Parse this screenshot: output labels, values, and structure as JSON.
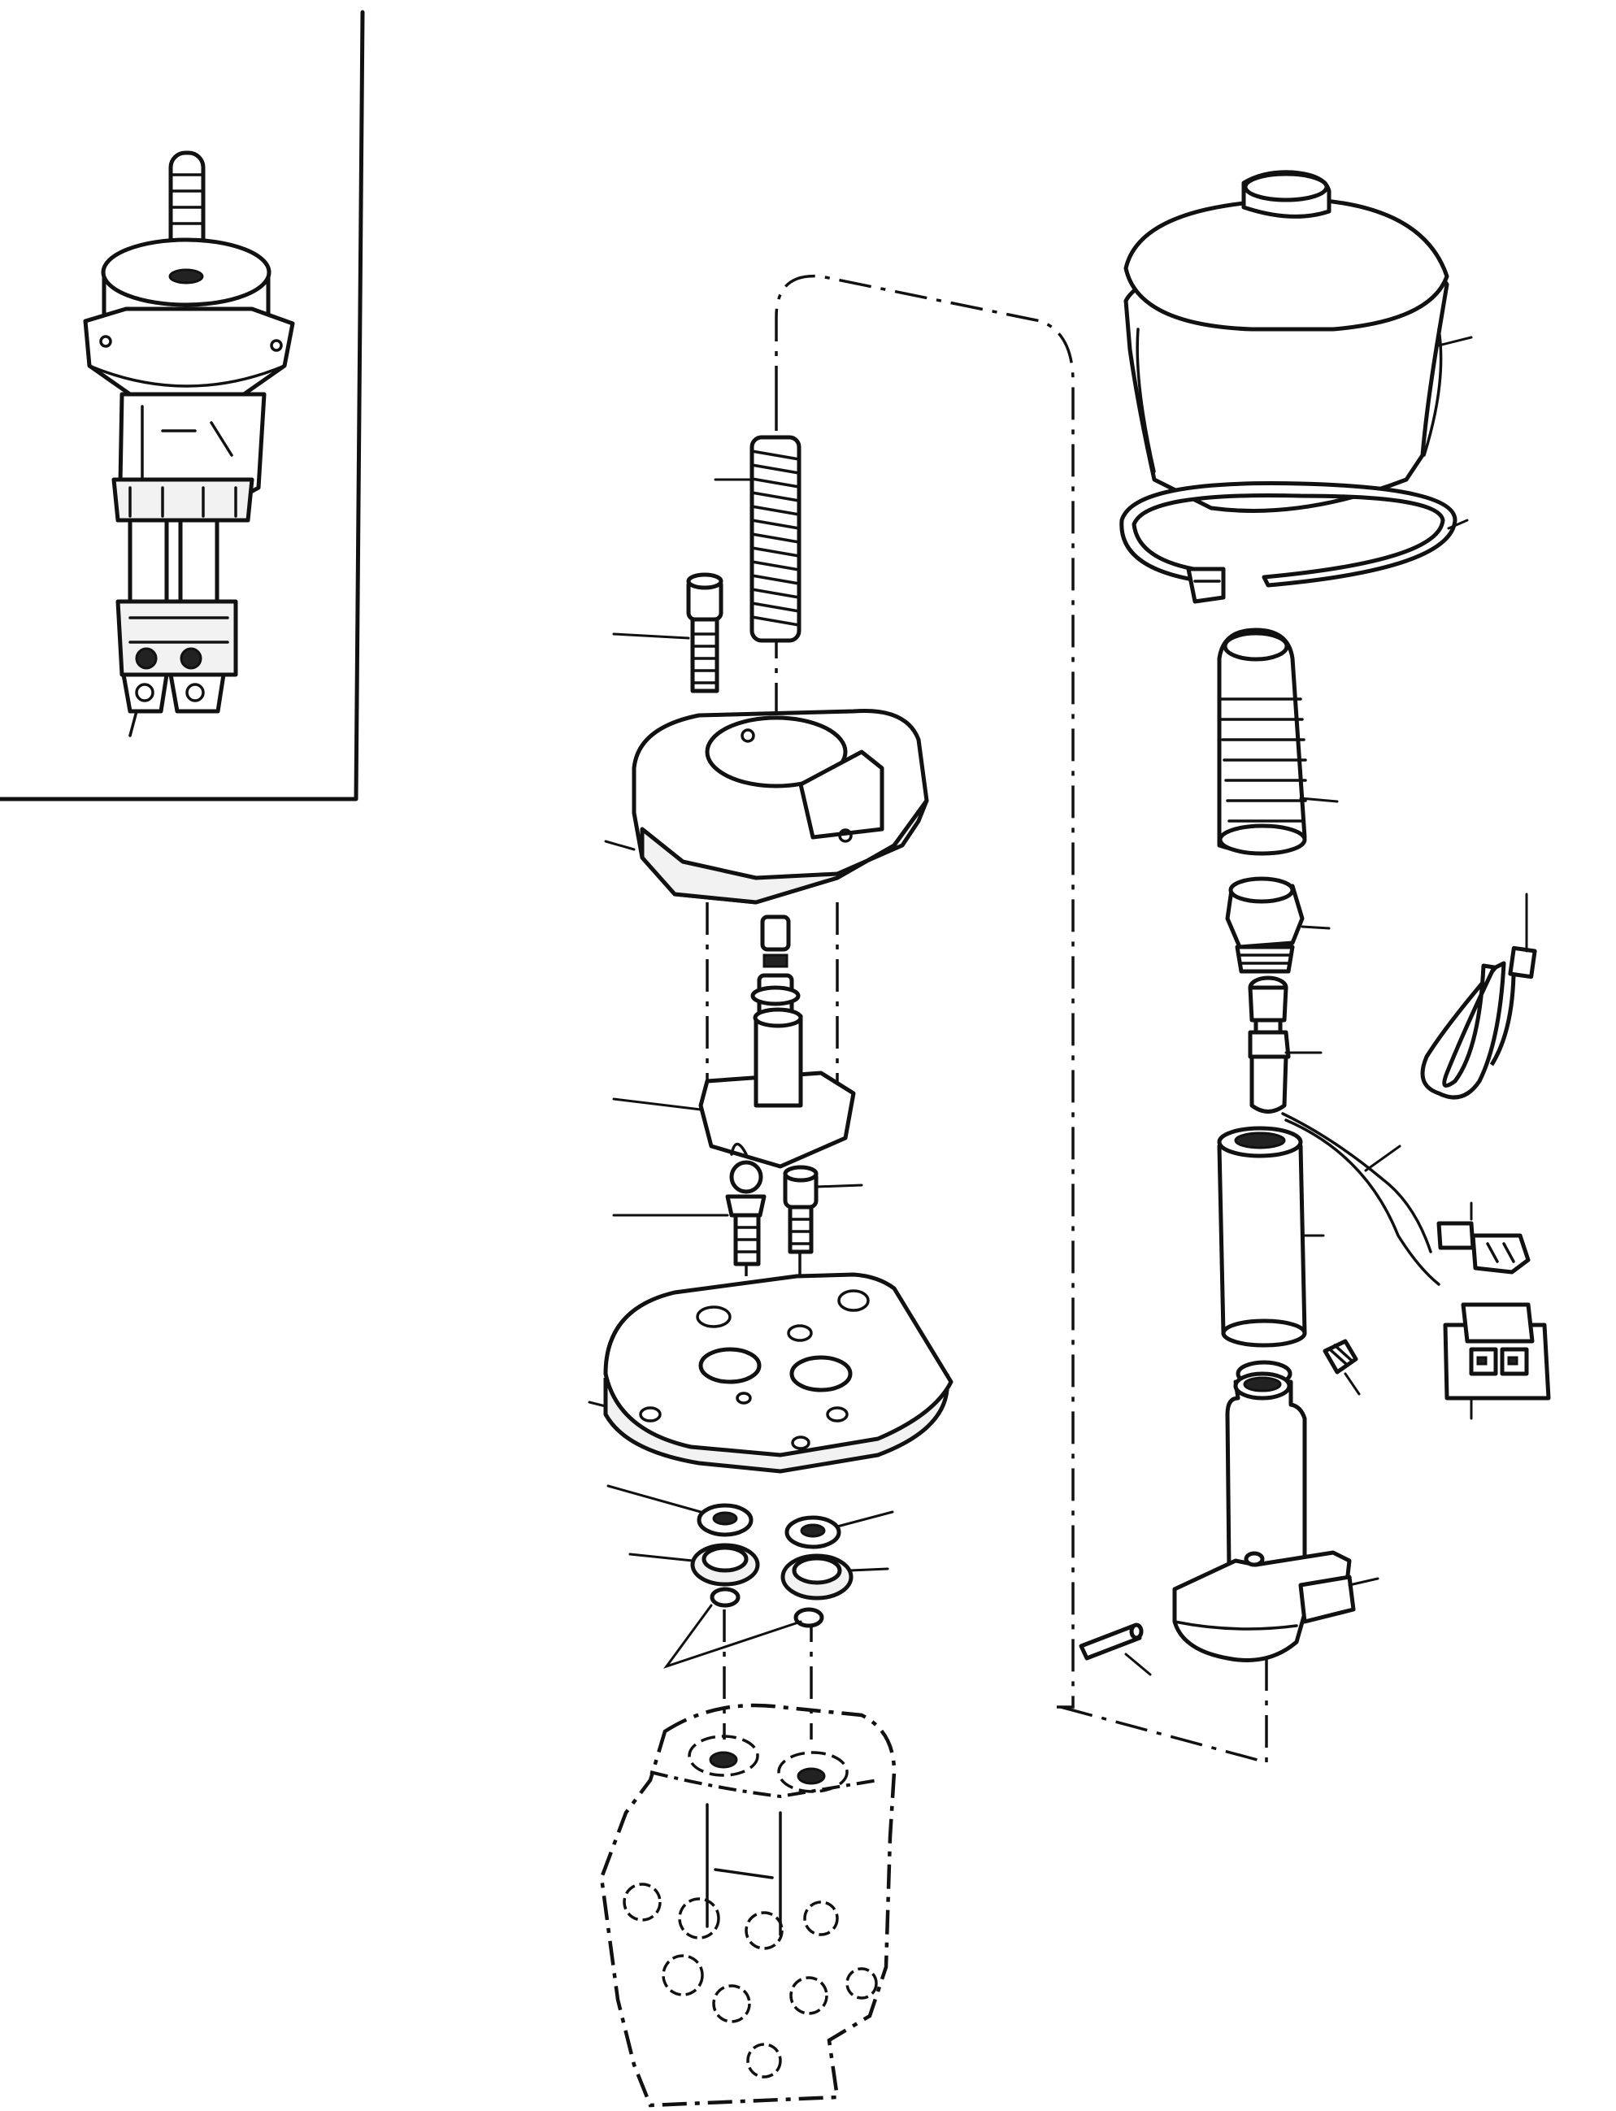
{
  "drawing": {
    "type": "exploded-parts-diagram",
    "text_labels": [],
    "icons": [
      "assembled-unit-inset",
      "return-spring",
      "cap-screw",
      "guide-housing",
      "plunger",
      "actuator-lever",
      "ball-stud",
      "socket-screw",
      "mounting-plate",
      "seal-washers",
      "o-rings",
      "valve-body",
      "rubber-boot",
      "boot-clamp",
      "handle-grip",
      "adapter-nut",
      "switch-plug",
      "lever-tube",
      "set-screw",
      "lever-base",
      "roll-pin",
      "wiring-lead",
      "cable-tie",
      "connector-housing"
    ]
  }
}
